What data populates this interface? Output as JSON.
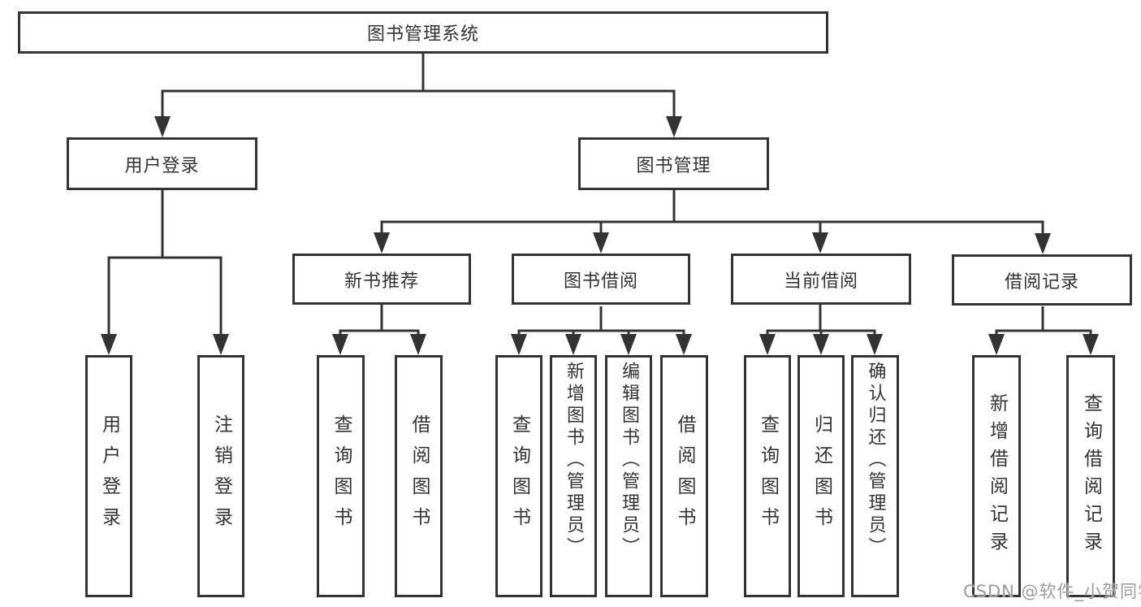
{
  "diagram_title": "图书管理系统",
  "colors": {
    "line": "#333333",
    "text": "#333333",
    "box_background": "#ffffff",
    "watermark": "#9b9b9b",
    "background": "#ffffff"
  },
  "tree": {
    "label": "图书管理系统",
    "children": [
      {
        "label": "用户登录",
        "children": [
          {
            "label": "用户登录"
          },
          {
            "label": "注销登录"
          }
        ]
      },
      {
        "label": "图书管理",
        "children": [
          {
            "label": "新书推荐",
            "children": [
              {
                "label": "查询图书"
              },
              {
                "label": "借阅图书"
              }
            ]
          },
          {
            "label": "图书借阅",
            "children": [
              {
                "label": "查询图书"
              },
              {
                "label": "新增图书（管理员）"
              },
              {
                "label": "编辑图书（管理员）"
              },
              {
                "label": "借阅图书"
              }
            ]
          },
          {
            "label": "当前借阅",
            "children": [
              {
                "label": "查询图书"
              },
              {
                "label": "归还图书"
              },
              {
                "label": "确认归还（管理员）"
              }
            ]
          },
          {
            "label": "借阅记录",
            "children": [
              {
                "label": "新增借阅记录"
              },
              {
                "label": "查询借阅记录"
              }
            ]
          }
        ]
      }
    ]
  },
  "watermark": {
    "text": "CSDN @软件_小贺同学"
  }
}
